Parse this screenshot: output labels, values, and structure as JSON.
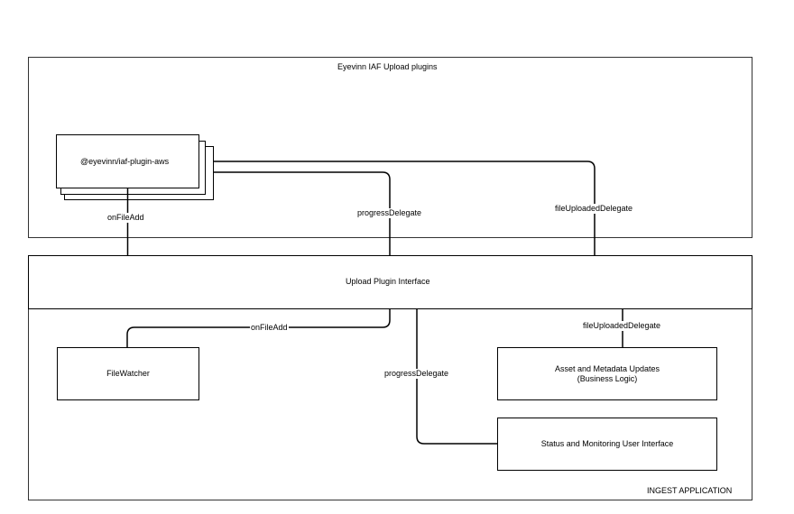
{
  "diagram": {
    "plugins_container": {
      "title": "Eyevinn IAF Upload plugins"
    },
    "plugin_box": {
      "label": "@eyevinn/iaf-plugin-aws"
    },
    "interface_box": {
      "label": "Upload Plugin Interface"
    },
    "ingest_container": {
      "title": "INGEST APPLICATION"
    },
    "filewatcher_box": {
      "label": "FileWatcher"
    },
    "asset_box": {
      "line1": "Asset and Metadata Updates",
      "line2": "(Business Logic)"
    },
    "status_box": {
      "label": "Status and Monitoring User Interface"
    },
    "edges": {
      "top_onfileadd": "onFileAdd",
      "top_progress": "progressDelegate",
      "top_fileuploaded": "fileUploadedDelegate",
      "bottom_onfileadd": "onFileAdd",
      "bottom_progress": "progressDelegate",
      "bottom_fileuploaded": "fileUploadedDelegate"
    }
  }
}
